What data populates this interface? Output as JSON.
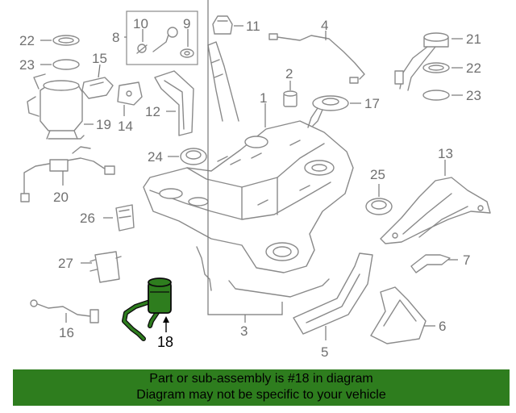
{
  "callouts": {
    "c1": "1",
    "c2": "2",
    "c3": "3",
    "c4": "4",
    "c5": "5",
    "c6": "6",
    "c7": "7",
    "c8": "8",
    "c9": "9",
    "c10": "10",
    "c11": "11",
    "c12": "12",
    "c13": "13",
    "c14": "14",
    "c15": "15",
    "c16": "16",
    "c17": "17",
    "c18": "18",
    "c19": "19",
    "c20": "20",
    "c21": "21",
    "c22a": "22",
    "c22b": "22",
    "c23a": "23",
    "c23b": "23",
    "c24": "24",
    "c25": "25",
    "c26": "26",
    "c27": "27"
  },
  "highlighted_part": "18",
  "banner": {
    "line1": "Part or sub-assembly is #18 in diagram",
    "line2": "Diagram may not be specific to your vehicle",
    "color": "#2e7d1e"
  },
  "colors": {
    "line_art": "#8a8a8a",
    "highlight_fill": "#2e7d1e",
    "highlight_outline": "#000000"
  }
}
